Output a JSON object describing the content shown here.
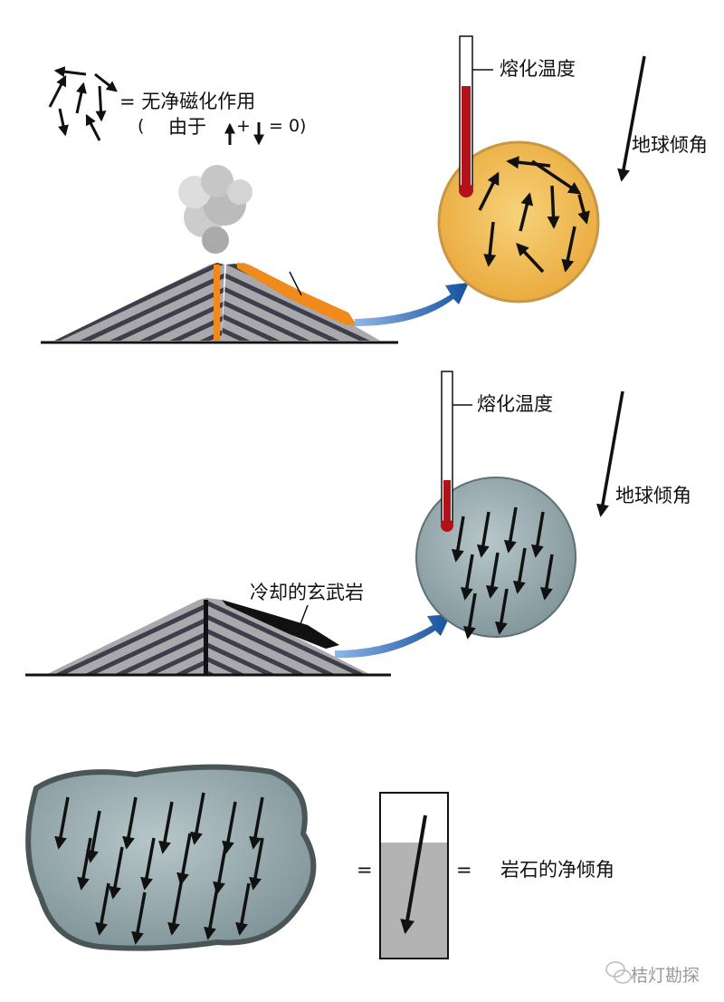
{
  "legend": {
    "no_net_label": "= 无净磁化作用",
    "paren_open": "(",
    "because": "由于",
    "plus": "+",
    "equals_zero": "= 0)"
  },
  "panel1": {
    "thermometer_label": "熔化温度",
    "tilt_label": "地球倾角"
  },
  "panel2": {
    "thermometer_label": "熔化温度",
    "tilt_label": "地球倾角",
    "basalt_label": "冷却的玄武岩"
  },
  "panel3": {
    "equals1": "=",
    "equals2": "=",
    "result_label": "岩石的净倾角"
  },
  "watermark": "桔灯勘探",
  "colors": {
    "molten": "#f2b94a",
    "cooled": "#9fb2b8",
    "mercury": "#b3121a",
    "flow_arrow": "#1f5fb0",
    "lava": "#f08a1c"
  }
}
